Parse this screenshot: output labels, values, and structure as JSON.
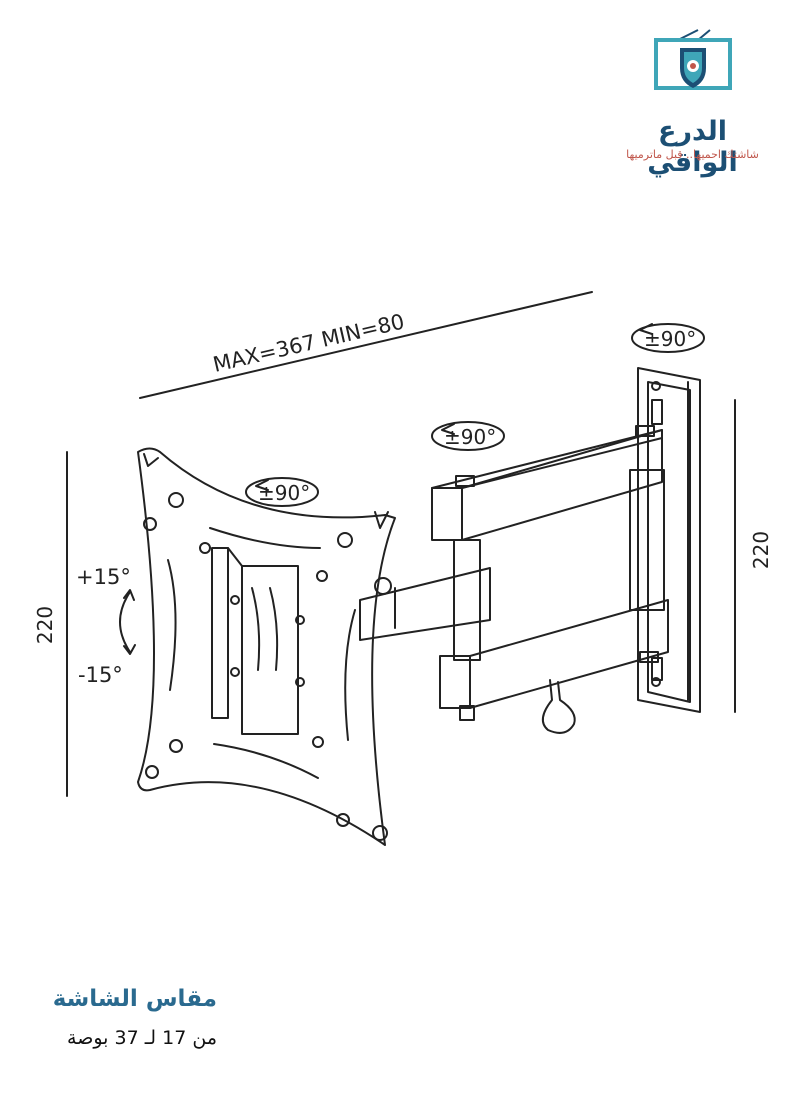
{
  "brand": {
    "name": "الدرع الواقي",
    "tagline": "شاشتك احميها.. قبل ماترميها",
    "colors": {
      "primary": "#1c4f74",
      "accent": "#c0564b",
      "teal": "#3fa6b8"
    }
  },
  "diagram": {
    "arm_length": "MAX=367   MIN=80",
    "rotation_top": "±90°",
    "rotation_arm": "±90°",
    "rotation_plate": "±90°",
    "tilt_up": "+15°",
    "tilt_down": "-15°",
    "height_left": "220",
    "height_right": "220"
  },
  "caption": {
    "title": "مقاس الشاشة",
    "subtitle": "من 17 لـ 37 بوصة"
  }
}
